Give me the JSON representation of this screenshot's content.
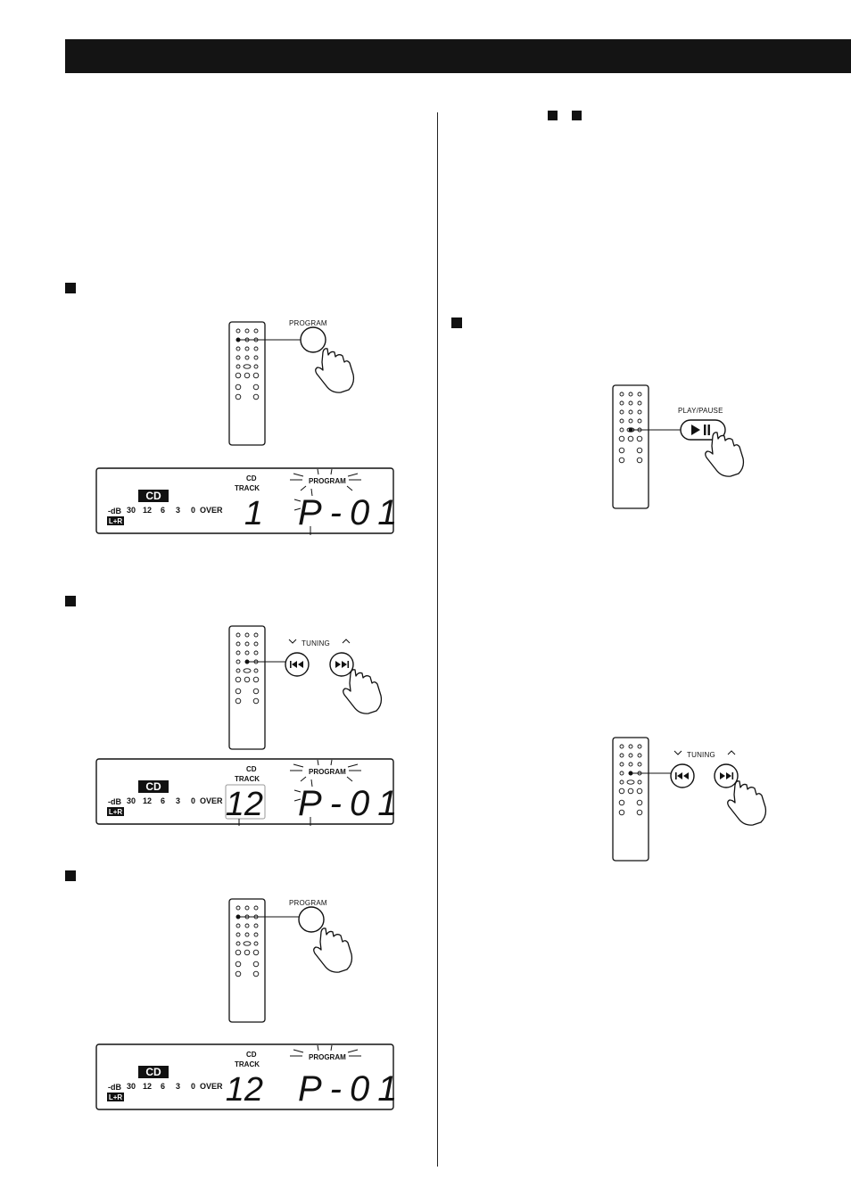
{
  "labels": {
    "program": "PROGRAM",
    "play_pause": "PLAY/PAUSE",
    "tuning": "TUNING",
    "cd": "CD",
    "cd_track_line1": "CD",
    "cd_track_line2": "TRACK",
    "db": "-dB",
    "lr": "L+R",
    "over": "OVER"
  },
  "meter_scale": [
    "30",
    "12",
    "6",
    "3",
    "0"
  ],
  "displays": [
    {
      "track": "1",
      "program": "P-01",
      "program_blinking": true
    },
    {
      "track": "12",
      "program": "P-01",
      "program_blinking": true
    },
    {
      "track": "12",
      "program": "P-01",
      "program_blinking": false
    }
  ]
}
